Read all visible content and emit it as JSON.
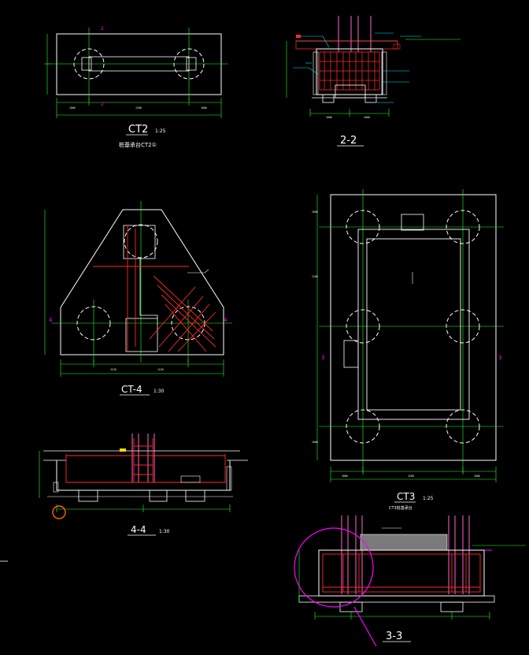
{
  "drawings": {
    "ct2": {
      "title": "CT2",
      "scale": "1:25",
      "caption": "桩基承台CT2①",
      "section_marks": [
        "2",
        "2"
      ],
      "dims_bottom": [
        "1000",
        "1200",
        "1000"
      ]
    },
    "sec22": {
      "title": "2-2",
      "dims_bottom": [
        "1000",
        "1000"
      ]
    },
    "ct4": {
      "title": "CT-4",
      "scale": "1:30",
      "section_marks": [
        "4",
        "4"
      ],
      "dims_bottom": [
        "1120",
        "1120"
      ]
    },
    "sec44": {
      "title": "4-4",
      "scale": "1:30"
    },
    "ct3": {
      "title": "CT3",
      "scale": "1:25",
      "caption": "CT3桩基承台",
      "section_marks": [
        "3",
        "3"
      ],
      "dims_bottom": [
        "1000",
        "1200",
        "1000"
      ],
      "dims_left": [
        "1000",
        "1200",
        "1000"
      ]
    },
    "sec33": {
      "title": "3-3"
    }
  },
  "colors": {
    "background": "#000000",
    "outline": "#ffffff",
    "rebar": "#ff2a2a",
    "dimension": "#29ff29",
    "column": "#ff66cc",
    "callout": "#00e5ff",
    "section_mark": "#ff00ff",
    "highlight_circle": "#ff6600"
  }
}
